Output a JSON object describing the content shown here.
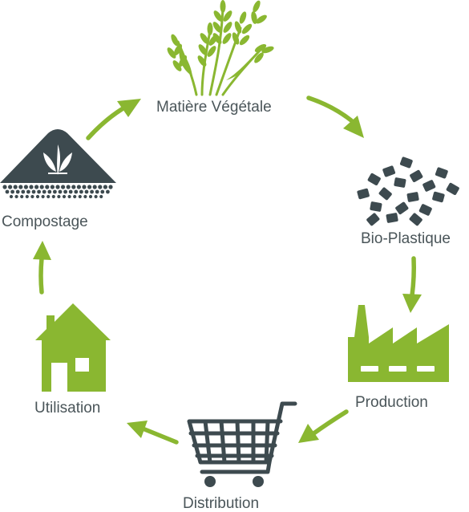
{
  "colors": {
    "green": "#8ab731",
    "dark": "#3d4a4f",
    "text": "#4a5559"
  },
  "stages": {
    "plant": {
      "label": "Matière Végétale",
      "icon": "wheat-icon"
    },
    "bioplastic": {
      "label": "Bio-Plastique",
      "icon": "pellets-icon"
    },
    "production": {
      "label": "Production",
      "icon": "factory-icon"
    },
    "distribution": {
      "label": "Distribution",
      "icon": "shopping-cart-icon"
    },
    "use": {
      "label": "Utilisation",
      "icon": "house-icon"
    },
    "compost": {
      "label": "Compostage",
      "icon": "compost-heap-icon"
    }
  }
}
